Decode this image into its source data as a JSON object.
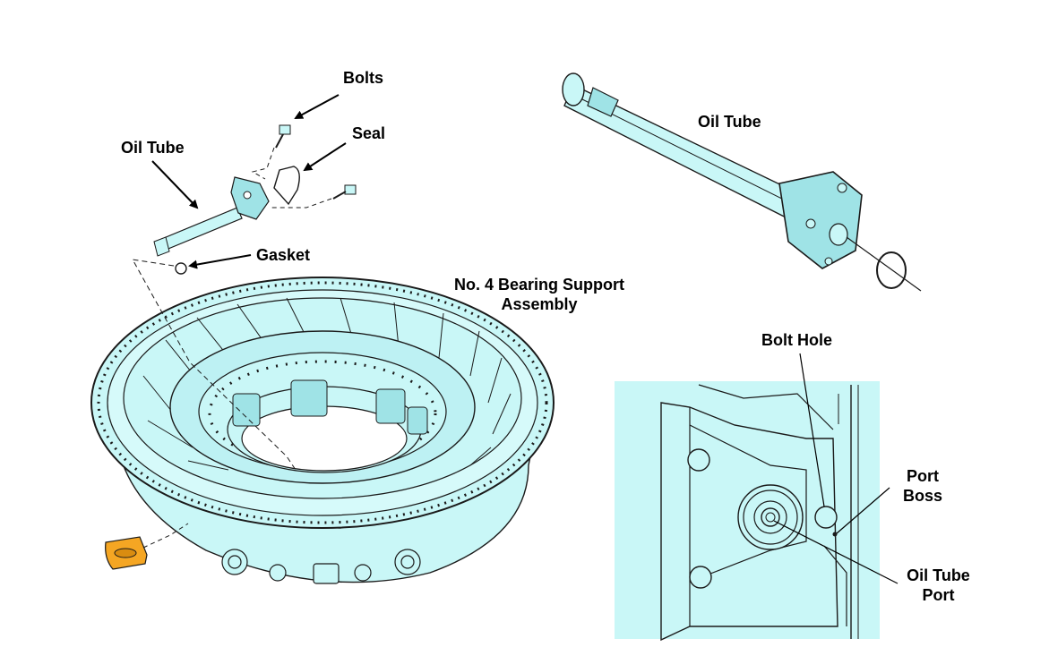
{
  "colors": {
    "part_fill": "#c9f7f7",
    "part_fill_dark": "#9fe3e6",
    "line": "#1a1a1a",
    "highlight_part": "#f5a623",
    "background": "#ffffff"
  },
  "labels": {
    "bolts": "Bolts",
    "seal": "Seal",
    "oil_tube_left": "Oil Tube",
    "gasket": "Gasket",
    "bearing_support_line1": "No. 4 Bearing Support",
    "bearing_support_line2": "Assembly",
    "oil_tube_right": "Oil Tube",
    "bolt_hole": "Bolt Hole",
    "port_boss_line1": "Port",
    "port_boss_line2": "Boss",
    "oil_tube_port_line1": "Oil Tube",
    "oil_tube_port_line2": "Port"
  },
  "icons": {
    "callout_arrow": "arrow-icon",
    "highlighted_part": "highlighted-bracket-icon"
  }
}
